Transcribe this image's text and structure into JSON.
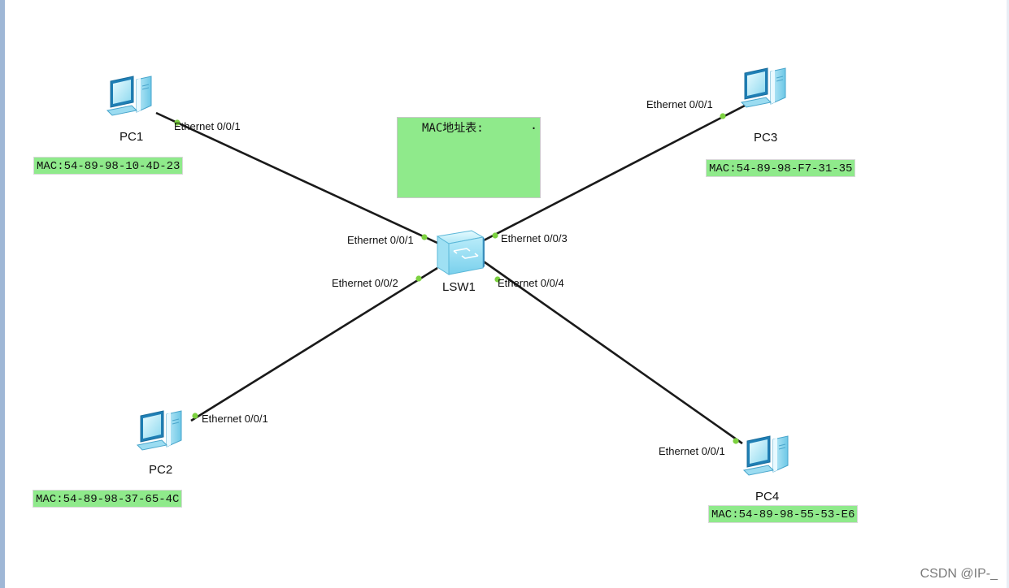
{
  "diagram": {
    "switch": {
      "name": "LSW1"
    },
    "mac_table": {
      "title": "MAC地址表:",
      "trailing_mark": "."
    },
    "pcs": [
      {
        "name": "PC1",
        "mac": "MAC:54-89-98-10-4D-23",
        "port": "Ethernet 0/0/1",
        "switch_port": "Ethernet 0/0/1"
      },
      {
        "name": "PC2",
        "mac": "MAC:54-89-98-37-65-4C",
        "port": "Ethernet 0/0/1",
        "switch_port": "Ethernet 0/0/2"
      },
      {
        "name": "PC3",
        "mac": "MAC:54-89-98-F7-31-35",
        "port": "Ethernet 0/0/1",
        "switch_port": "Ethernet 0/0/3"
      },
      {
        "name": "PC4",
        "mac": "MAC:54-89-98-55-53-E6",
        "port": "Ethernet 0/0/1",
        "switch_port": "Ethernet 0/0/4"
      }
    ]
  },
  "colors": {
    "link": "#1a1a1a",
    "port_dot": "#7cd140",
    "label_background": "#8fea8b"
  },
  "watermark": "CSDN @IP-_"
}
